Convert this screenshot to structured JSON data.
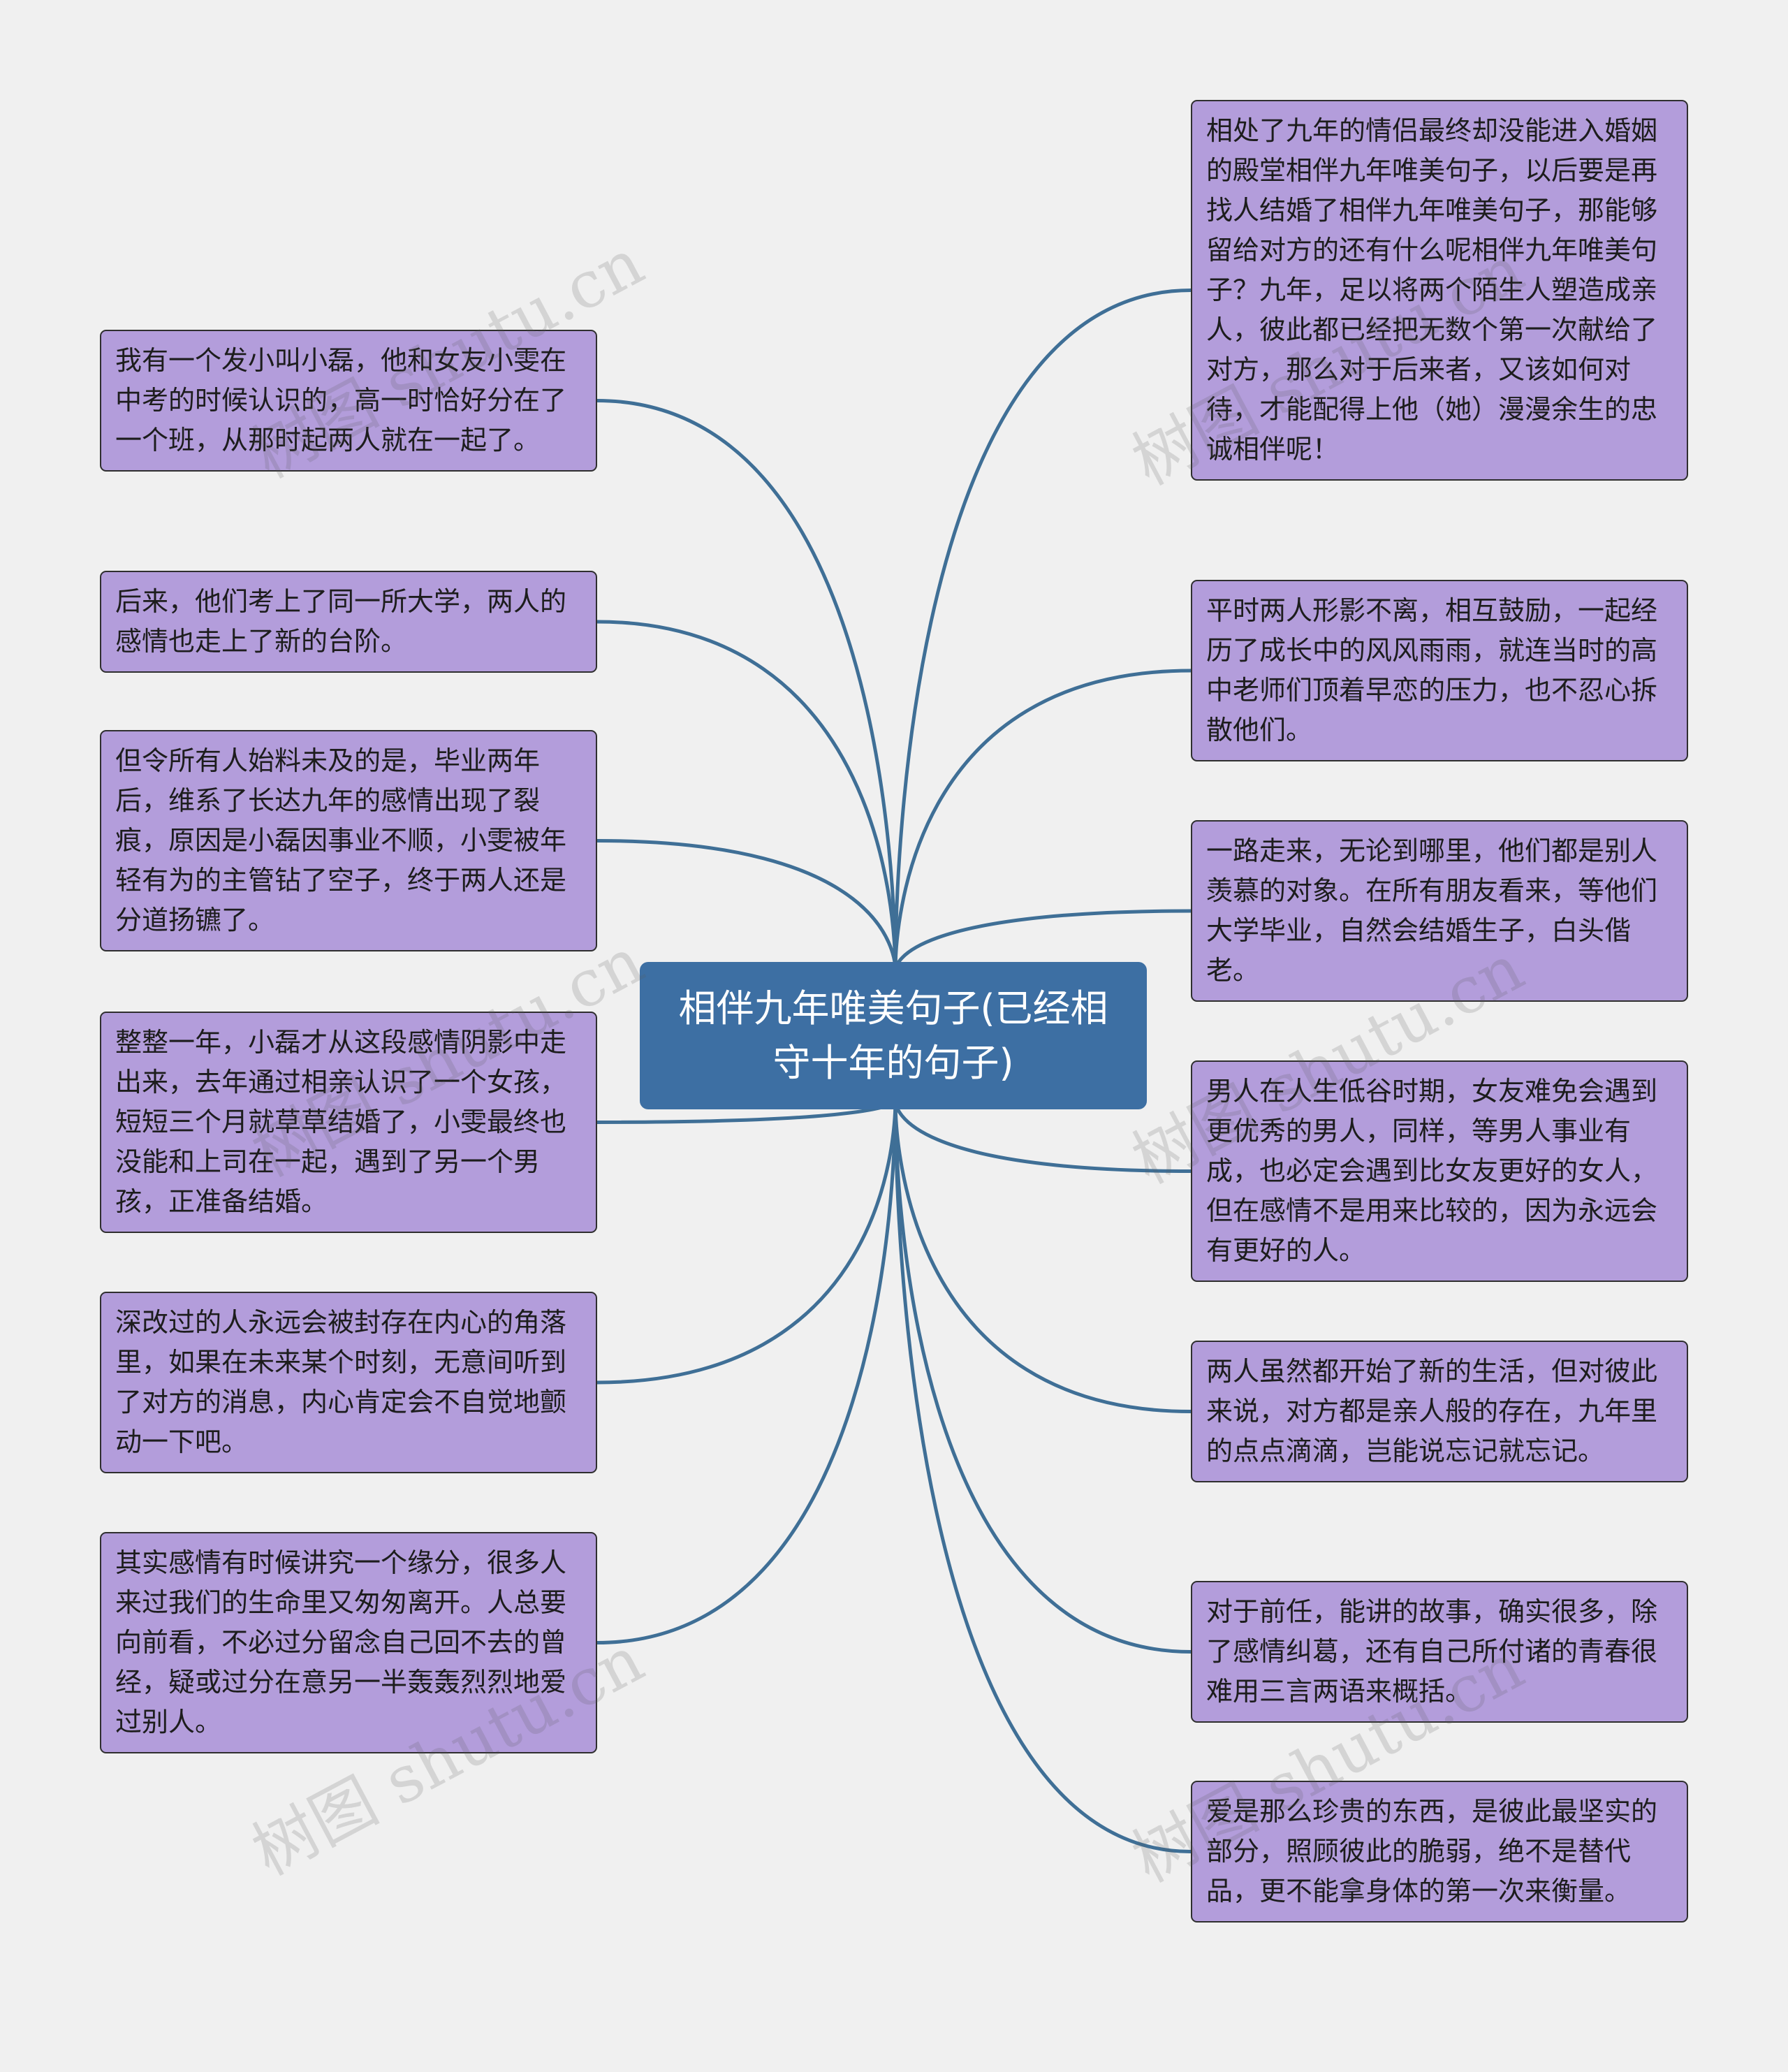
{
  "colors": {
    "background": "#f0f0f0",
    "node_fill": "#b39ddb",
    "center_fill": "#3d6fa3",
    "link_color": "#3f6f96"
  },
  "center": {
    "title": "相伴九年唯美句子(已经相守十年的句子)"
  },
  "left_nodes": [
    "我有一个发小叫小磊，他和女友小雯在中考的时候认识的，高一时恰好分在了一个班，从那时起两人就在一起了。",
    "后来，他们考上了同一所大学，两人的感情也走上了新的台阶。",
    "但令所有人始料未及的是，毕业两年后，维系了长达九年的感情出现了裂痕，原因是小磊因事业不顺，小雯被年轻有为的主管钻了空子，终于两人还是分道扬镳了。",
    "整整一年，小磊才从这段感情阴影中走出来，去年通过相亲认识了一个女孩，短短三个月就草草结婚了，小雯最终也没能和上司在一起，遇到了另一个男孩，正准备结婚。",
    "深改过的人永远会被封存在内心的角落里，如果在未来某个时刻，无意间听到了对方的消息，内心肯定会不自觉地颤动一下吧。",
    "其实感情有时候讲究一个缘分，很多人来过我们的生命里又匆匆离开。人总要向前看，不必过分留念自己回不去的曾经，疑或过分在意另一半轰轰烈烈地爱过别人。"
  ],
  "right_nodes": [
    "相处了九年的情侣最终却没能进入婚姻的殿堂相伴九年唯美句子，以后要是再找人结婚了相伴九年唯美句子，那能够留给对方的还有什么呢相伴九年唯美句子？九年，足以将两个陌生人塑造成亲人，彼此都已经把无数个第一次献给了对方，那么对于后来者，又该如何对待，才能配得上他（她）漫漫余生的忠诚相伴呢！",
    "平时两人形影不离，相互鼓励，一起经历了成长中的风风雨雨，就连当时的高中老师们顶着早恋的压力，也不忍心拆散他们。",
    "一路走来，无论到哪里，他们都是别人羡慕的对象。在所有朋友看来，等他们大学毕业，自然会结婚生子，白头偕老。",
    "男人在人生低谷时期，女友难免会遇到更优秀的男人，同样，等男人事业有成，也必定会遇到比女友更好的女人，但在感情不是用来比较的，因为永远会有更好的人。",
    "两人虽然都开始了新的生活，但对彼此来说，对方都是亲人般的存在，九年里的点点滴滴，岂能说忘记就忘记。",
    "对于前任，能讲的故事，确实很多，除了感情纠葛，还有自己所付诸的青春很难用三言两语来概括。",
    "爱是那么珍贵的东西，是彼此最坚实的部分，照顾彼此的脆弱，绝不是替代品，更不能拿身体的第一次来衡量。"
  ],
  "watermark": "树图 shutu.cn"
}
